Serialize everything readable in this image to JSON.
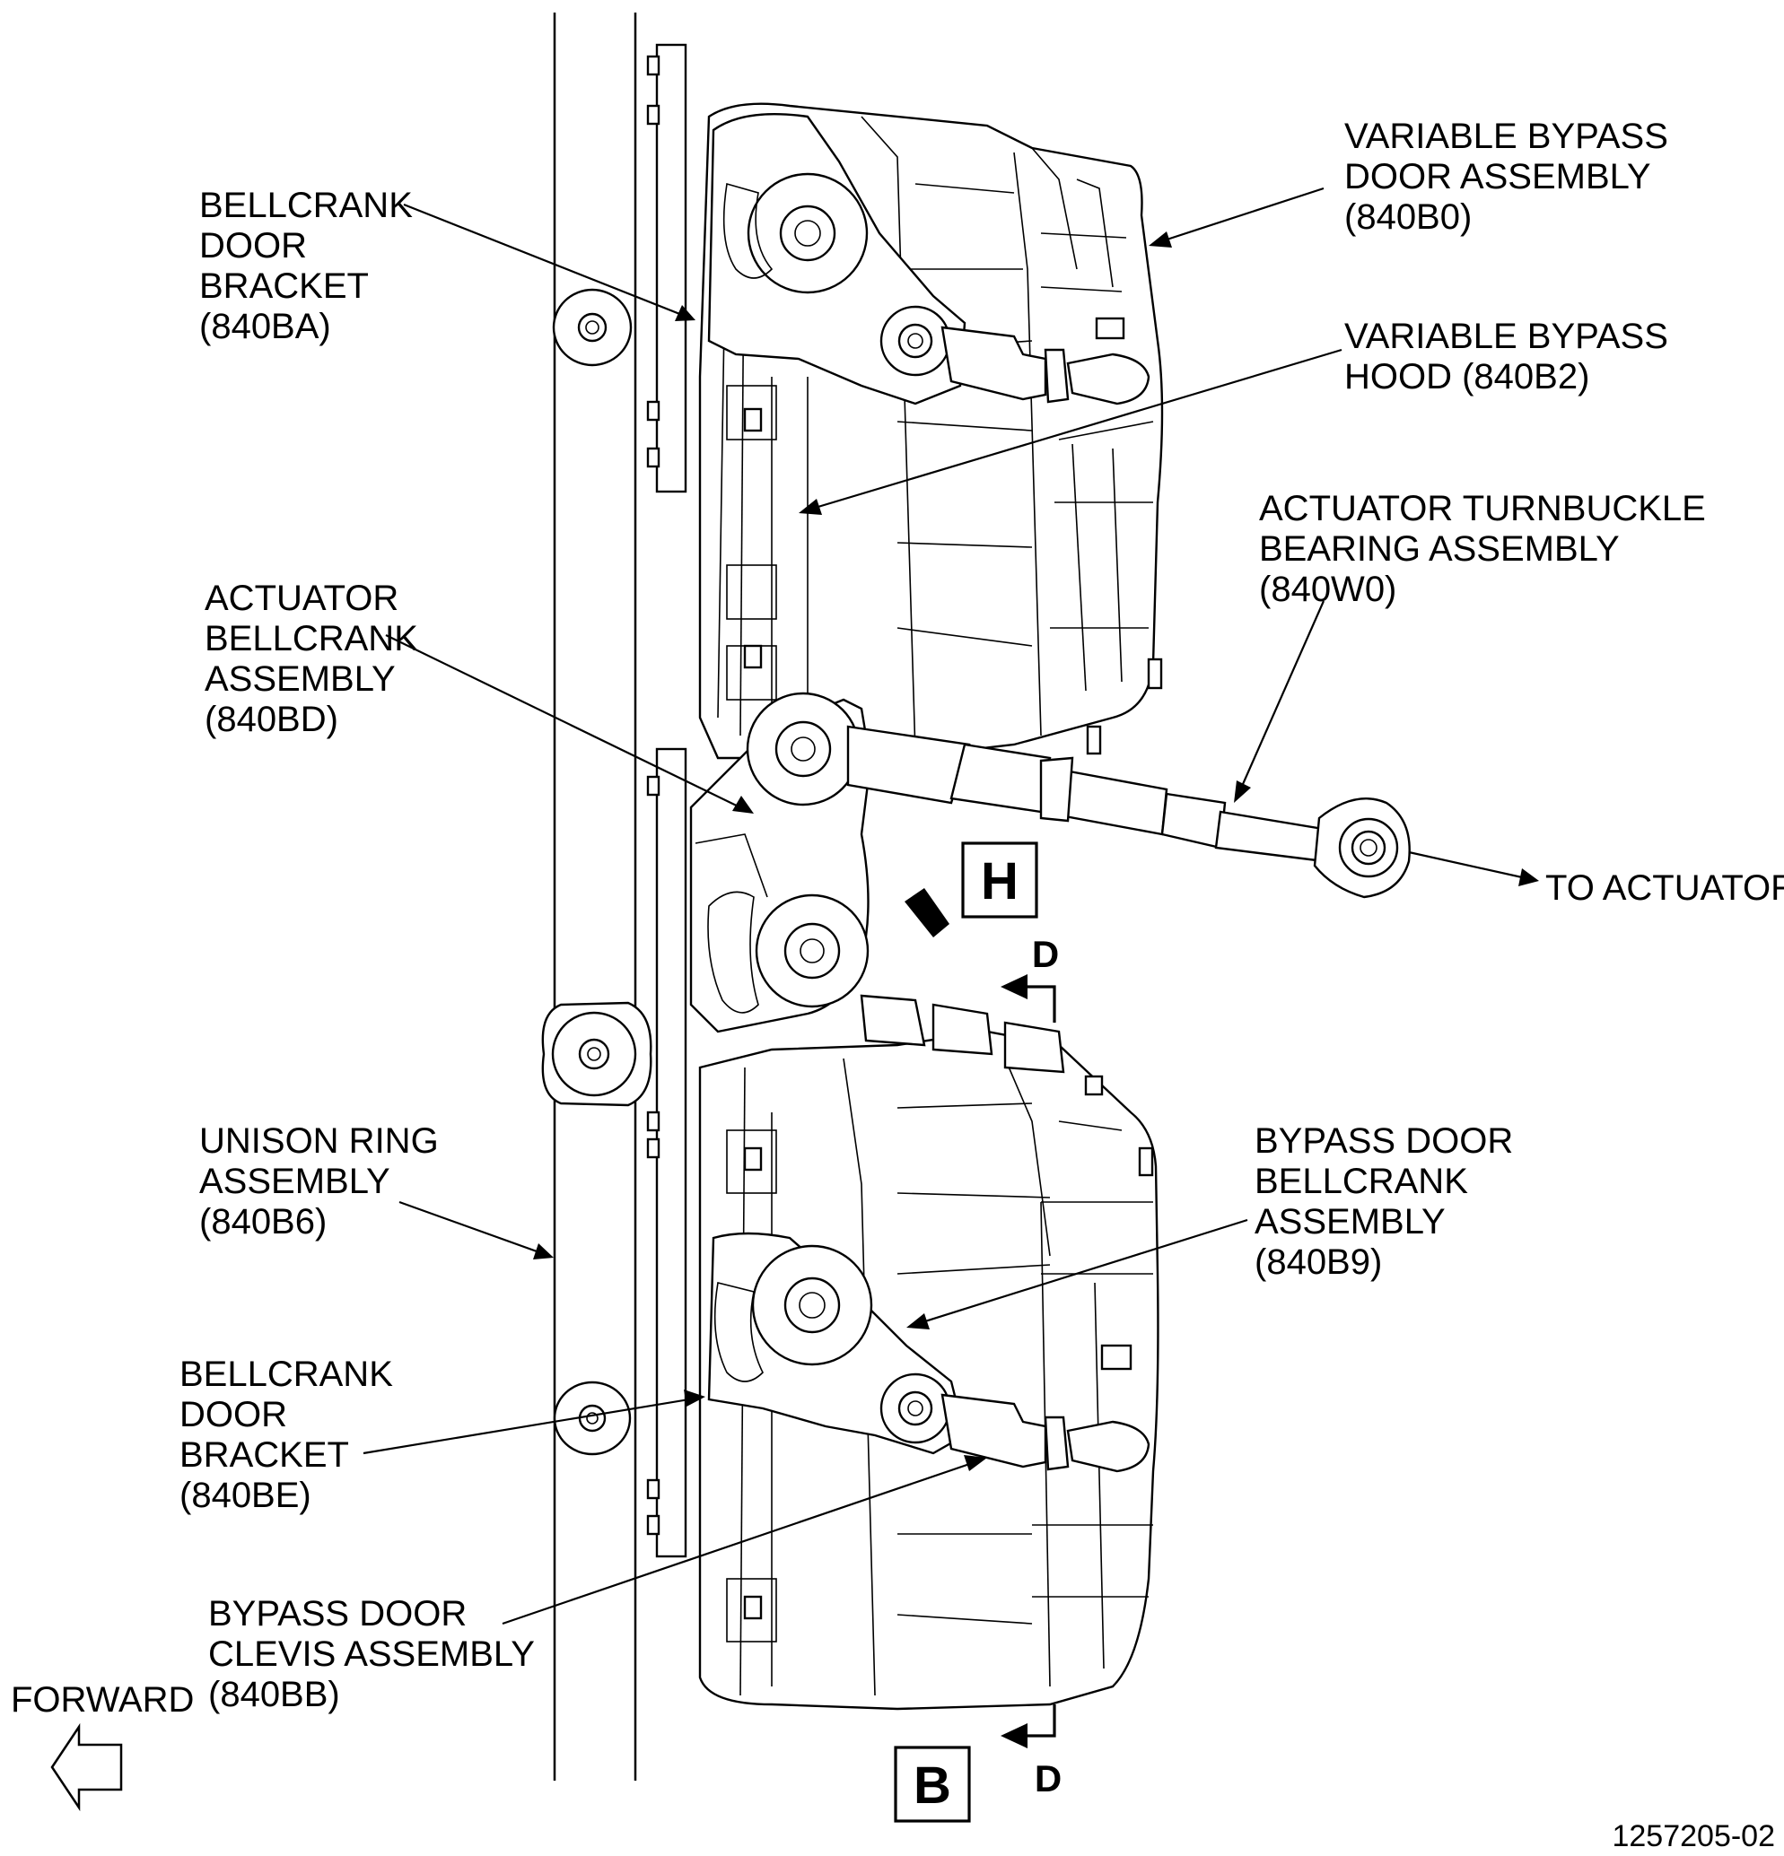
{
  "callouts": {
    "variable_bypass_door_assembly": [
      "VARIABLE BYPASS",
      "DOOR ASSEMBLY",
      "(840B0)"
    ],
    "variable_bypass_hood": [
      "VARIABLE BYPASS",
      "HOOD (840B2)"
    ],
    "actuator_turnbuckle_bearing_assembly": [
      "ACTUATOR TURNBUCKLE",
      "BEARING ASSEMBLY",
      "(840W0)"
    ],
    "to_actuator": [
      "TO ACTUATOR"
    ],
    "bypass_door_bellcrank_assembly": [
      "BYPASS DOOR",
      "BELLCRANK",
      "ASSEMBLY",
      "(840B9)"
    ],
    "bellcrank_door_bracket_upper": [
      "BELLCRANK",
      "DOOR",
      "BRACKET",
      "(840BA)"
    ],
    "actuator_bellcrank_assembly": [
      "ACTUATOR",
      "BELLCRANK",
      "ASSEMBLY",
      "(840BD)"
    ],
    "unison_ring_assembly": [
      "UNISON RING",
      "ASSEMBLY",
      "(840B6)"
    ],
    "bellcrank_door_bracket_lower": [
      "BELLCRANK",
      "DOOR",
      "BRACKET",
      "(840BE)"
    ],
    "bypass_door_clevis_assembly": [
      "BYPASS DOOR",
      "CLEVIS ASSEMBLY",
      "(840BB)"
    ],
    "forward": [
      "FORWARD"
    ]
  },
  "view_labels": {
    "detail_h": "H",
    "view_b": "B",
    "section_d_top": "D",
    "section_d_bottom": "D"
  },
  "figure_number": "1257205-02"
}
